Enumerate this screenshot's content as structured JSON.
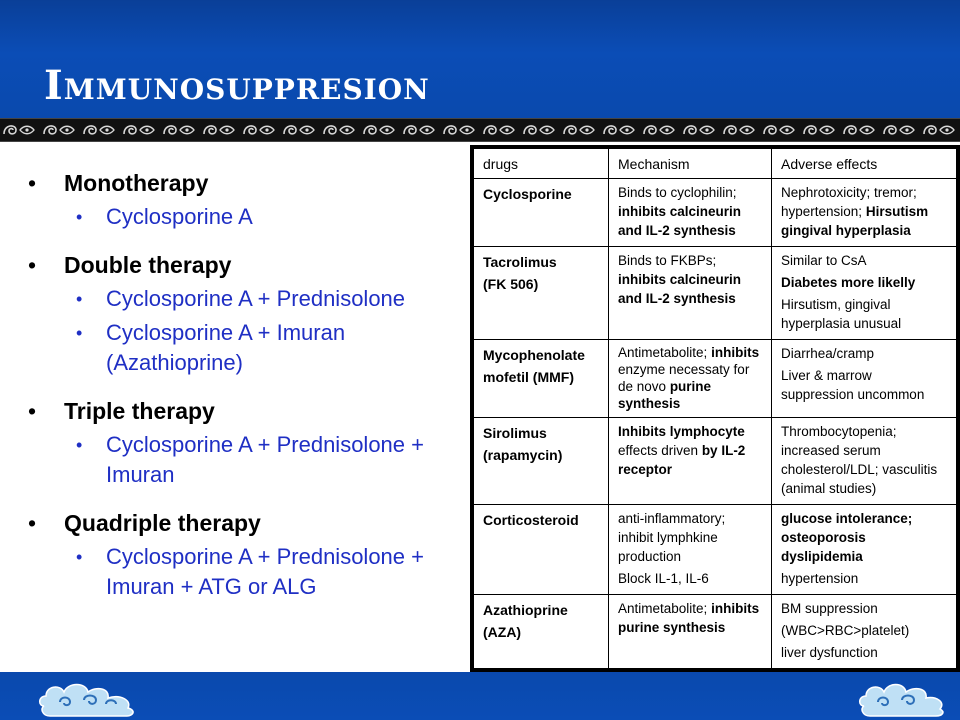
{
  "slide": {
    "title": "Immunosuppresion",
    "colors": {
      "header": "#0b4db6",
      "subitem_text": "#1f2fc4",
      "band": "#111111"
    }
  },
  "outline": [
    {
      "label": "Monotherapy",
      "items": [
        "Cyclosporine A"
      ]
    },
    {
      "label": "Double therapy",
      "items": [
        "Cyclosporine A + Prednisolone",
        "Cyclosporine A + Imuran (Azathioprine)"
      ]
    },
    {
      "label": "Triple therapy",
      "items": [
        "Cyclosporine A + Prednisolone + Imuran"
      ]
    },
    {
      "label": "Quadriple therapy",
      "items": [
        "Cyclosporine A + Prednisolone + Imuran + ATG or ALG"
      ]
    }
  ],
  "table": {
    "headers": [
      "drugs",
      "Mechanism",
      "Adverse effects"
    ],
    "rows": [
      {
        "drug": [
          "Cyclosporine"
        ],
        "mech": {
          "a": "Binds to cyclophilin;",
          "b": "inhibits calcineurin and IL-2 synthesis"
        },
        "adverse": {
          "a": "Nephrotoxicity; tremor; hypertension;",
          "b": "Hirsutism gingival hyperplasia"
        }
      },
      {
        "drug": [
          "Tacrolimus",
          "(FK 506)"
        ],
        "mech": {
          "a": "Binds to FKBPs;",
          "b": "inhibits calcineurin and IL-2 synthesis"
        },
        "adverse": {
          "a": "Similar to CsA",
          "b": "Diabetes more likelly",
          "c": "Hirsutism, gingival hyperplasia unusual"
        }
      },
      {
        "drug": [
          "Mycophenolate mofetil (MMF)"
        ],
        "mech": {
          "a": "Antimetabolite;",
          "b": "inhibits",
          "c": "enzyme necessaty for de novo",
          "d": "purine synthesis"
        },
        "adverse": {
          "a": "Diarrhea/cramp",
          "b": "Liver & marrow suppression uncommon"
        }
      },
      {
        "drug": [
          "Sirolimus",
          "(rapamycin)"
        ],
        "mech": {
          "a": "Inhibits lymphocyte",
          "b": "effects driven",
          "c": "by IL-2 receptor"
        },
        "adverse": {
          "a": "Thrombocytopenia; increased serum cholesterol/LDL; vasculitis (animal studies)"
        }
      },
      {
        "drug": [
          "Corticosteroid"
        ],
        "mech": {
          "a": "anti-inflammatory; inhibit lymphkine production",
          "b": "Block IL-1, IL-6"
        },
        "adverse": {
          "a": "glucose intolerance; osteoporosis dyslipidemia",
          "b": "hypertension"
        }
      },
      {
        "drug": [
          "Azathioprine",
          "(AZA)"
        ],
        "mech": {
          "a": "Antimetabolite;",
          "b": "inhibits purine synthesis"
        },
        "adverse": {
          "a": "BM suppression",
          "b": "(WBC>RBC>platelet)",
          "c": "liver dysfunction"
        }
      }
    ]
  }
}
